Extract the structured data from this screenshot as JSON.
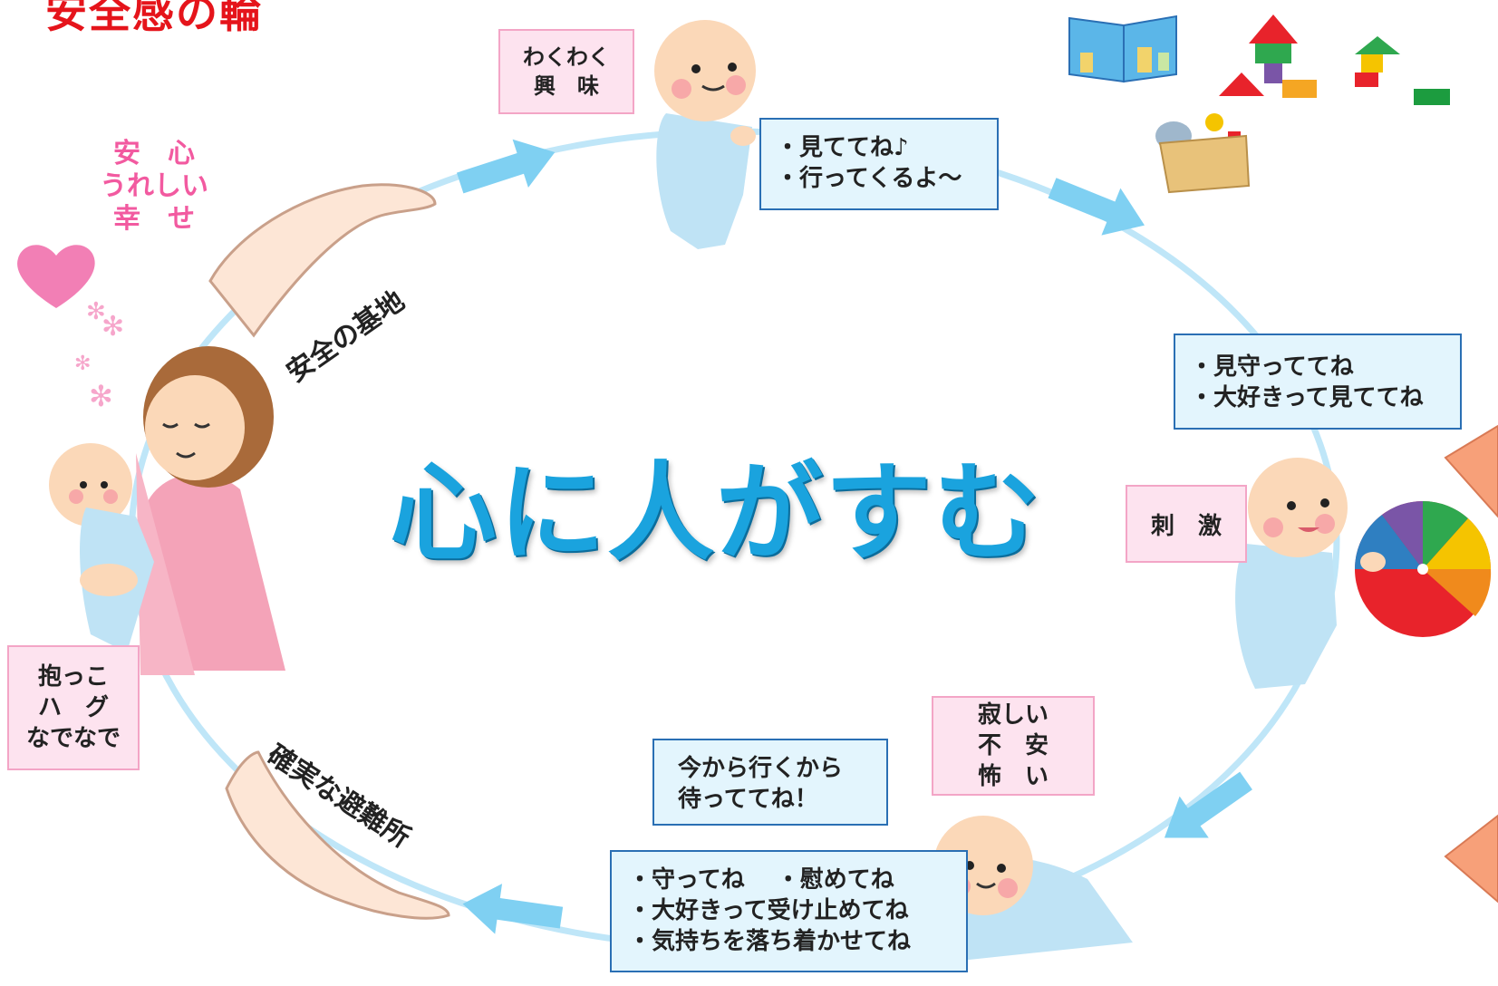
{
  "title": "安全感の輪",
  "center_text": "心に人がすむ",
  "feelings": [
    "安　心",
    "うれしい",
    "幸　せ"
  ],
  "safe_base_label": "安全の基地",
  "safe_haven_label": "確実な避難所",
  "boxes": {
    "excited": [
      "わくわく",
      "興　味"
    ],
    "watch_me": [
      "・見ててね♪",
      "・行ってくるよ～"
    ],
    "watch_over": [
      "・見守っててね",
      "・大好きって見ててね"
    ],
    "stimulus": [
      "刺　激"
    ],
    "lonely": [
      "寂しい",
      "不　安",
      "怖　い"
    ],
    "coming_back": [
      "今から行くから",
      "待っててね！"
    ],
    "protect_me": [
      "・守ってね　 ・慰めてね",
      "・大好きって受け止めてね",
      "・気持ちを落ち着かせてね"
    ],
    "hug": [
      "抱っこ",
      "ハ　グ",
      "なでなで"
    ]
  },
  "colors": {
    "title": "#e5141b",
    "center_text": "#1aa3de",
    "cycle_line": "#bfe6f8",
    "arrow": "#7fd0f2",
    "pink_box_fill": "#fde3ef",
    "pink_box_border": "#f3a5c6",
    "blue_box_fill": "#e3f5fd",
    "blue_box_border": "#2a6fb4",
    "feelings": "#f25aa0"
  },
  "illustrations": [
    "baby-crawling-icon",
    "baby-walking-icon",
    "baby-ball-icon",
    "mother-holding-baby-icon",
    "hand-top-icon",
    "hand-bottom-icon",
    "picture-book-icon",
    "building-blocks-icon",
    "toy-box-icon",
    "heart-icon"
  ]
}
